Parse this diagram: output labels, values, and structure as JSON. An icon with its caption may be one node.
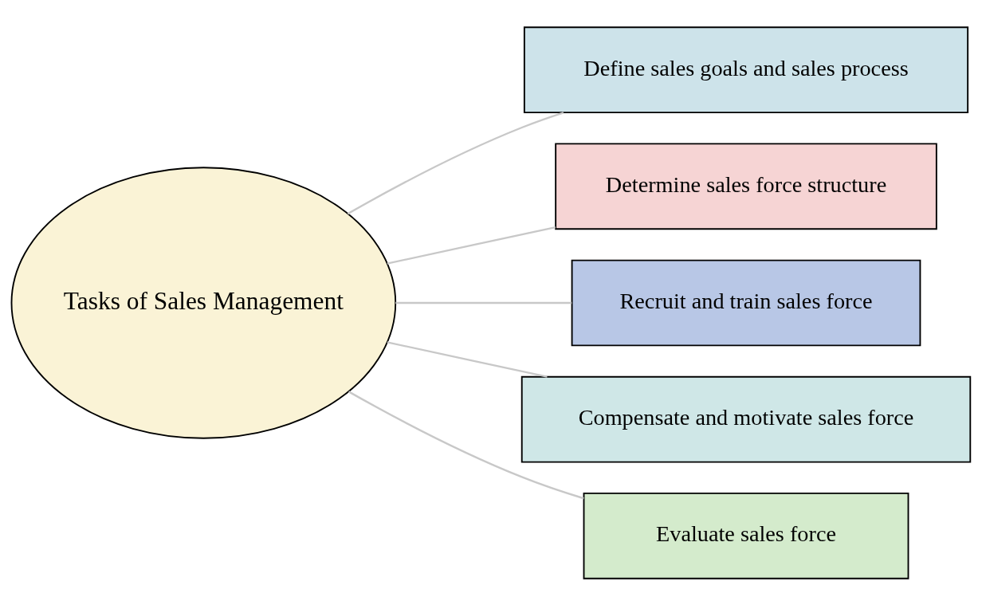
{
  "diagram": {
    "nodes": [
      {
        "text": [
          "Tasks of Sales Management"
        ]
      },
      {
        "text": [
          "Define sales goals and sales process"
        ]
      },
      {
        "text": [
          "Determine sales force structure"
        ]
      },
      {
        "text": [
          "Recruit and train sales force"
        ]
      },
      {
        "text": [
          "Compensate and motivate sales force"
        ]
      },
      {
        "text": [
          "Evaluate sales force"
        ]
      }
    ],
    "edges": [
      {
        "from": 0,
        "to": 1,
        "arrow": "none"
      },
      {
        "from": 0,
        "to": 2,
        "arrow": "none"
      },
      {
        "from": 0,
        "to": 3,
        "arrow": "none"
      },
      {
        "from": 0,
        "to": 4,
        "arrow": "none"
      },
      {
        "from": 0,
        "to": 5,
        "arrow": "none"
      }
    ]
  }
}
